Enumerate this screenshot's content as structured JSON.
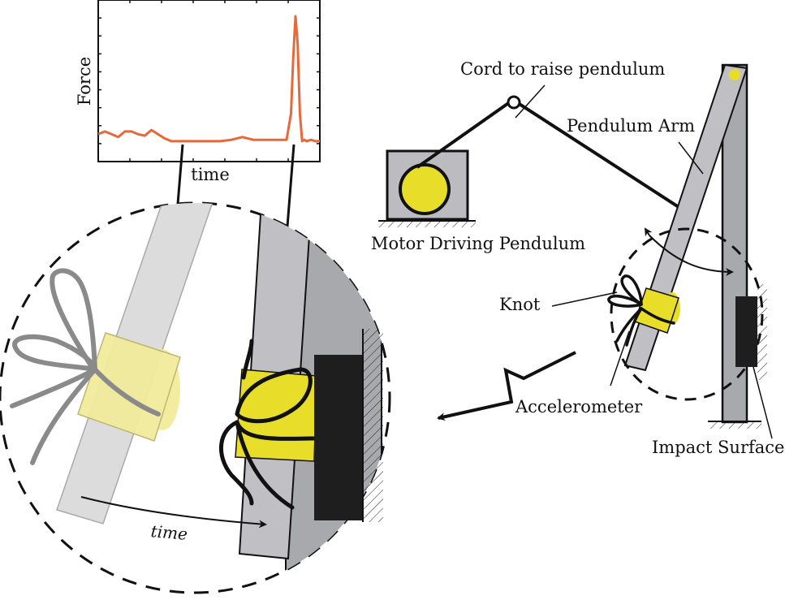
{
  "labels": {
    "cord": "Cord to raise pendulum",
    "arm": "Pendulum Arm",
    "motor": "Motor Driving Pendulum",
    "knot": "Knot",
    "accelerometer": "Accelerometer",
    "impact_surface": "Impact Surface",
    "time_inset": "time",
    "time_zoom": "time"
  },
  "colors": {
    "force_trace": "#e8683a",
    "yellow": "#e8de2a",
    "pale_yellow": "#f2eb9c",
    "arm_gray": "#c0c0c4",
    "post_gray": "#a8a9ad",
    "ghost_gray": "#dcdcdc",
    "pad_black": "#1e1e1e"
  },
  "chart_data": {
    "type": "line",
    "title": "",
    "xlabel": "time",
    "ylabel": "Force",
    "xlim": [
      0,
      100
    ],
    "ylim": [
      0,
      10
    ],
    "grid": false,
    "series": [
      {
        "name": "force",
        "x": [
          0,
          3,
          6,
          9,
          12,
          15,
          18,
          21,
          24,
          27,
          30,
          33,
          36,
          39,
          42,
          45,
          50,
          55,
          60,
          65,
          70,
          75,
          80,
          85,
          87,
          88,
          89,
          90,
          91,
          92,
          93,
          94,
          96,
          98,
          100
        ],
        "y": [
          1.5,
          1.7,
          1.5,
          1.3,
          1.7,
          1.7,
          1.5,
          1.4,
          1.8,
          1.5,
          1.2,
          1.0,
          1.0,
          1.0,
          1.0,
          1.0,
          1.0,
          1.0,
          1.1,
          1.3,
          1.1,
          1.1,
          1.1,
          1.1,
          3.0,
          7.0,
          10.0,
          8.0,
          3.0,
          1.0,
          1.1,
          1.0,
          1.1,
          1.0,
          1.0
        ]
      }
    ]
  }
}
